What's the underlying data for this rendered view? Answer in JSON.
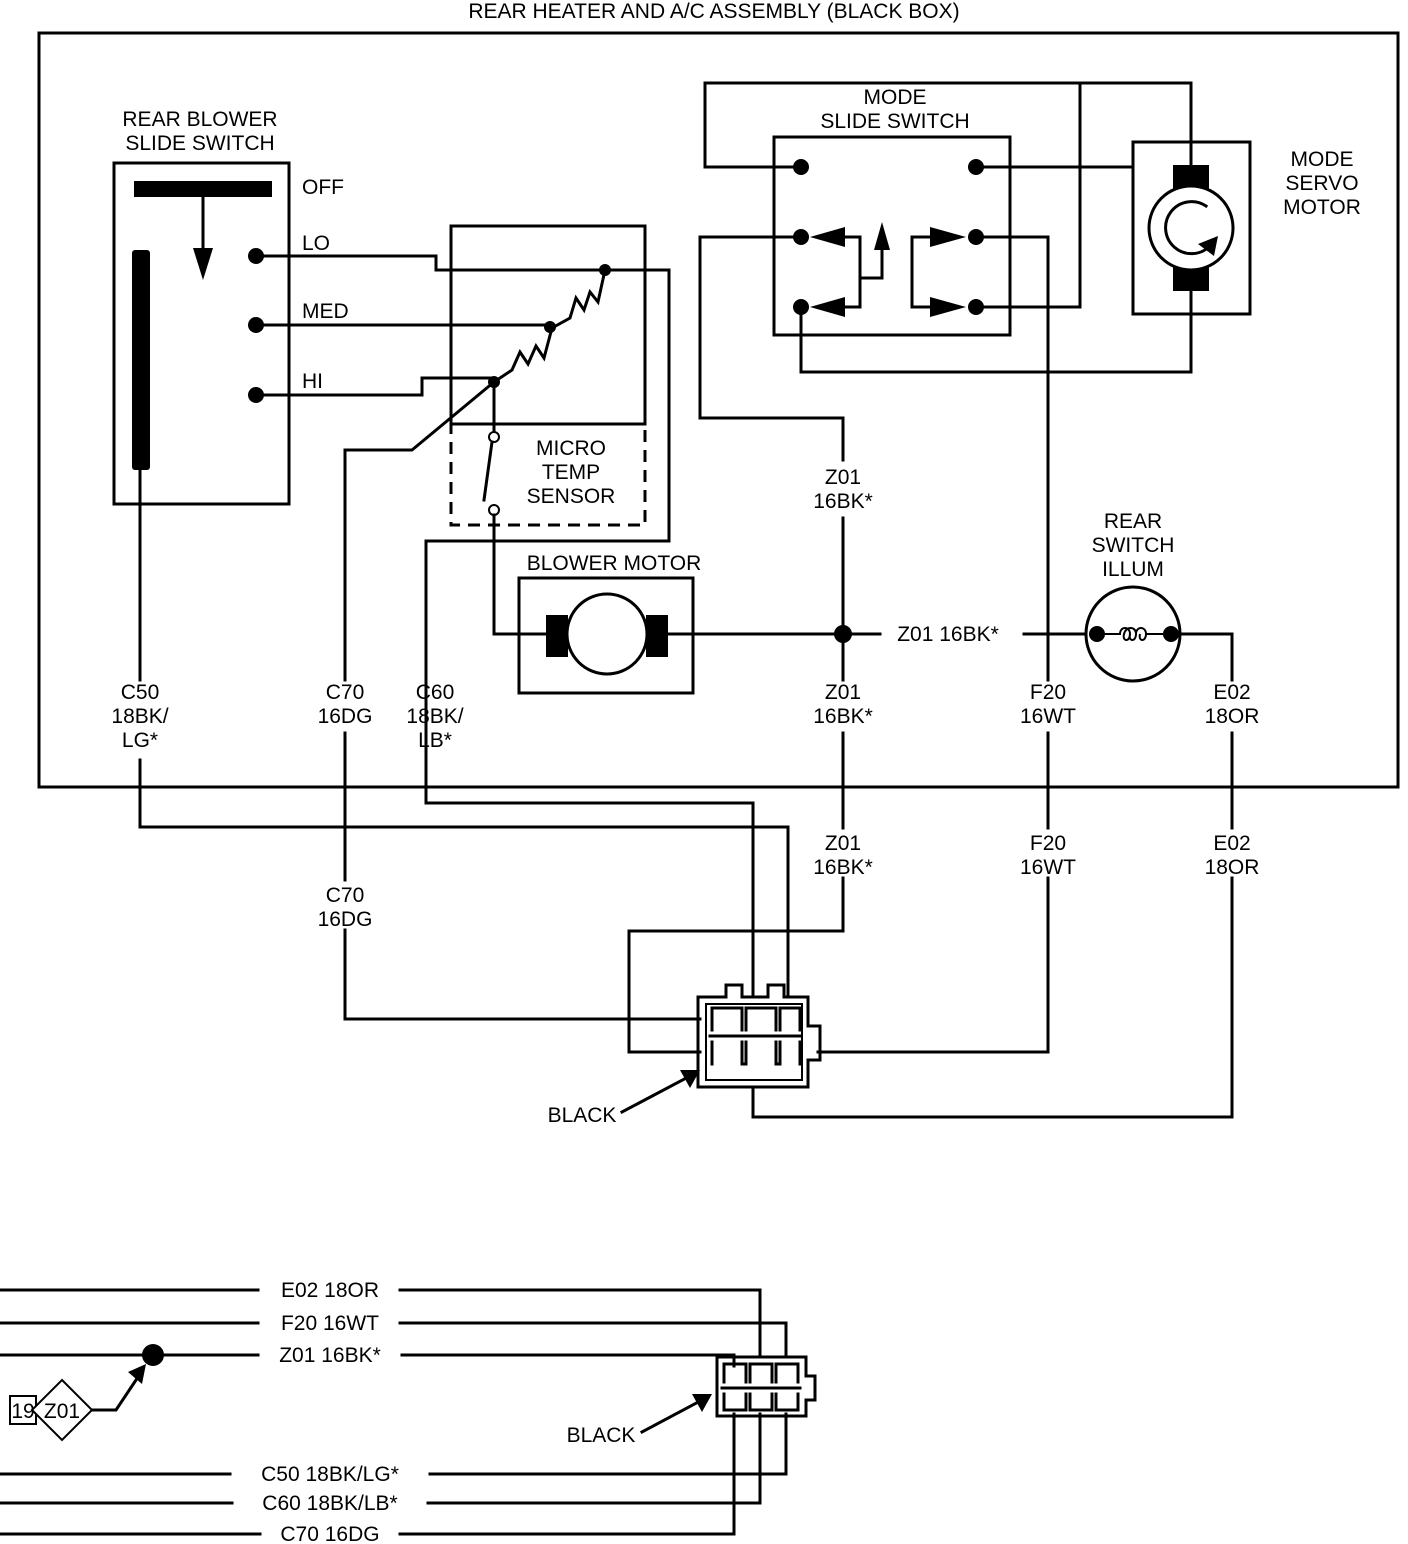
{
  "title": "REAR HEATER AND A/C ASSEMBLY (BLACK BOX)",
  "components": {
    "rear_blower_switch": [
      "REAR BLOWER",
      "SLIDE SWITCH"
    ],
    "blower_positions": {
      "off": "OFF",
      "lo": "LO",
      "med": "MED",
      "hi": "HI"
    },
    "mode_switch": [
      "MODE",
      "SLIDE SWITCH"
    ],
    "mode_servo_motor": [
      "MODE",
      "SERVO",
      "MOTOR"
    ],
    "micro_temp_sensor": [
      "MICRO",
      "TEMP",
      "SENSOR"
    ],
    "blower_motor": "BLOWER MOTOR",
    "rear_switch_illum": [
      "REAR",
      "SWITCH",
      "ILLUM"
    ]
  },
  "wires": {
    "c50": [
      "C50",
      "18BK/",
      "LG*"
    ],
    "c70": [
      "C70",
      "16DG"
    ],
    "c60": [
      "C60",
      "18BK/",
      "LB*"
    ],
    "z01": [
      "Z01",
      "16BK*"
    ],
    "z01_inline": "Z01 16BK*",
    "f20": [
      "F20",
      "16WT"
    ],
    "e02": [
      "E02",
      "18OR"
    ]
  },
  "connector_label": "BLACK",
  "harness": {
    "lines": [
      "E02 18OR",
      "F20 16WT",
      "Z01 16BK*",
      "C50 18BK/LG*",
      "C60 18BK/LB*",
      "C70 16DG"
    ],
    "ref_number": "19",
    "ref_code": "Z01"
  }
}
